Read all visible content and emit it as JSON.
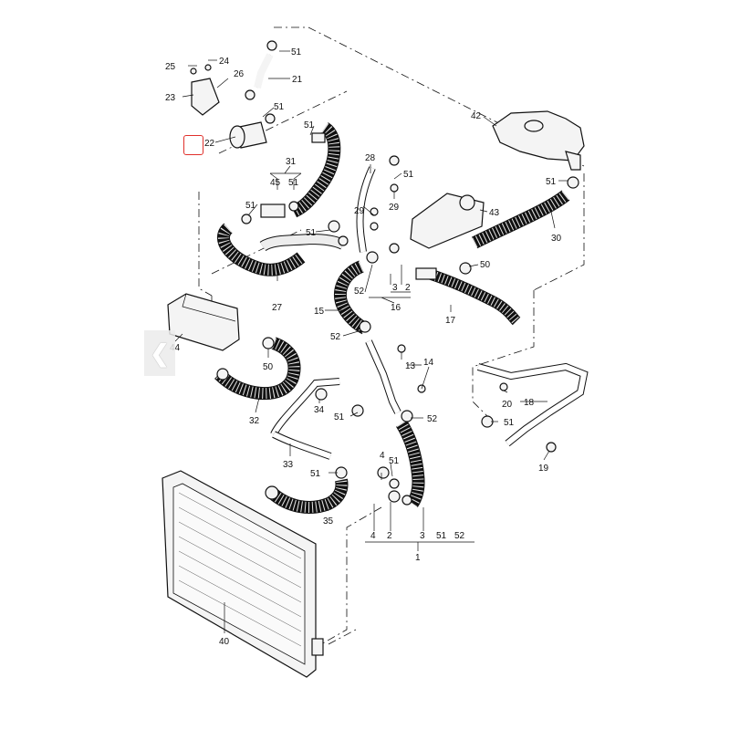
{
  "diagram": {
    "highlight_color": "#e0302b",
    "nav": {
      "prev_glyph": "❮"
    },
    "labels": {
      "l51a": "51",
      "l25": "25",
      "l24": "24",
      "l26": "26",
      "l21": "21",
      "l23": "23",
      "l51b": "51",
      "l22": "22",
      "l51c": "51",
      "l31": "31",
      "l45": "45",
      "l51d": "51",
      "l51e": "51",
      "l27": "27",
      "l51f": "51",
      "l28": "28",
      "l51g": "51",
      "l29a": "29",
      "l29b": "29",
      "l43": "43",
      "l42": "42",
      "l51h": "51",
      "l30": "30",
      "l50a": "50",
      "l52a": "52",
      "l3a": "3",
      "l2a": "2",
      "l16": "16",
      "l15": "15",
      "l17": "17",
      "l52b": "52",
      "l44": "44",
      "l50b": "50",
      "l13": "13",
      "l14": "14",
      "l32": "32",
      "l34": "34",
      "l51i": "51",
      "l52c": "52",
      "l20": "20",
      "l18": "18",
      "l51j": "51",
      "l19": "19",
      "l33": "33",
      "l4a": "4",
      "l51k": "51",
      "l51l": "51",
      "l35": "35",
      "l4b": "4",
      "l2b": "2",
      "l3b": "3",
      "l51m": "51",
      "l52d": "52",
      "l1": "1",
      "l40": "40"
    }
  }
}
